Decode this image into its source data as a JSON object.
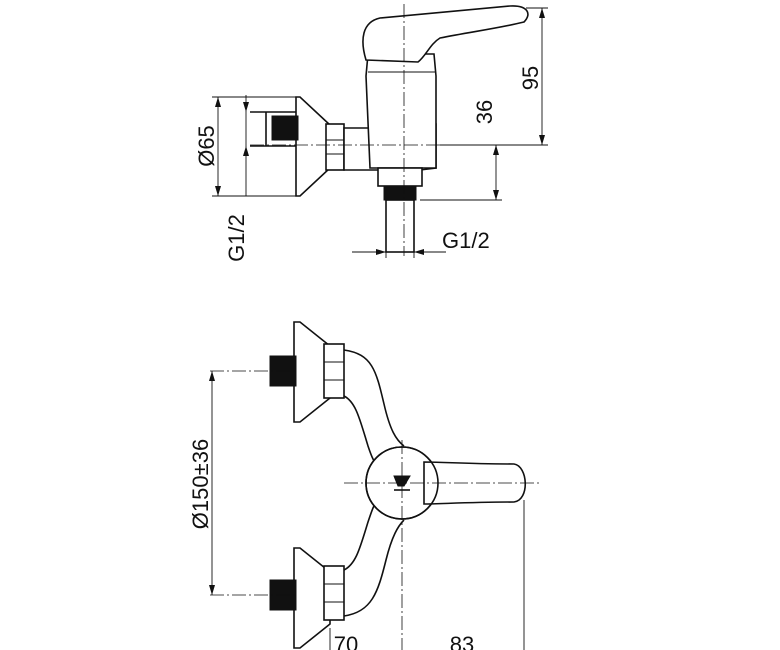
{
  "dimensions": {
    "height_total": "95",
    "height_outlet": "36",
    "diameter_flange": "Ø65",
    "thread_inlet": "G1/2",
    "thread_outlet": "G1/2",
    "centre_distance": "Ø150±36",
    "depth_body": "70",
    "depth_lever": "83"
  }
}
